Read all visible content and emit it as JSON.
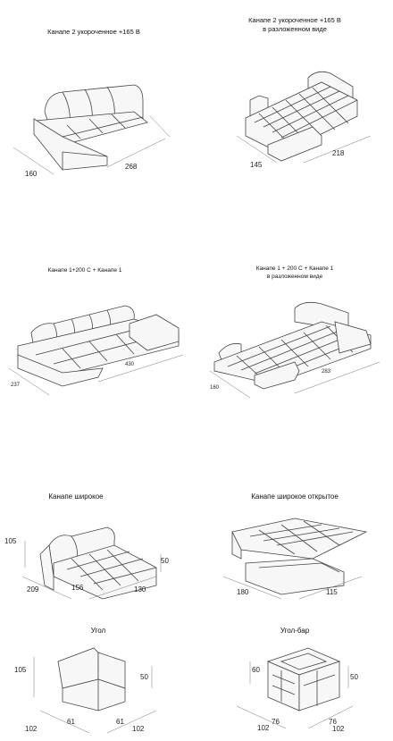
{
  "items": [
    {
      "title": "Канапе 2 укороченное +165 В",
      "subtitle": "",
      "dims": [
        "160",
        "268"
      ]
    },
    {
      "title": "Канапе 2 укороченное +165 В",
      "subtitle": "в разложенном виде",
      "dims": [
        "145",
        "218"
      ]
    },
    {
      "title": "Канапе 1+200 С + Канапе 1",
      "subtitle": "",
      "dims": [
        "237",
        "430"
      ]
    },
    {
      "title": "Канапе 1 + 200 С + Канапе 1",
      "subtitle": "в разложенном виде",
      "dims": [
        "160",
        "283"
      ]
    },
    {
      "title": "Канапе широкое",
      "subtitle": "",
      "dims": [
        "105",
        "50",
        "209",
        "156",
        "130"
      ]
    },
    {
      "title": "Канапе широкое открытое",
      "subtitle": "",
      "dims": [
        "180",
        "115"
      ]
    },
    {
      "title": "Угол",
      "subtitle": "",
      "dims": [
        "105",
        "50",
        "102",
        "61",
        "61",
        "102"
      ]
    },
    {
      "title": "Угол-бар",
      "subtitle": "",
      "dims": [
        "60",
        "50",
        "102",
        "76",
        "76",
        "102"
      ]
    }
  ]
}
